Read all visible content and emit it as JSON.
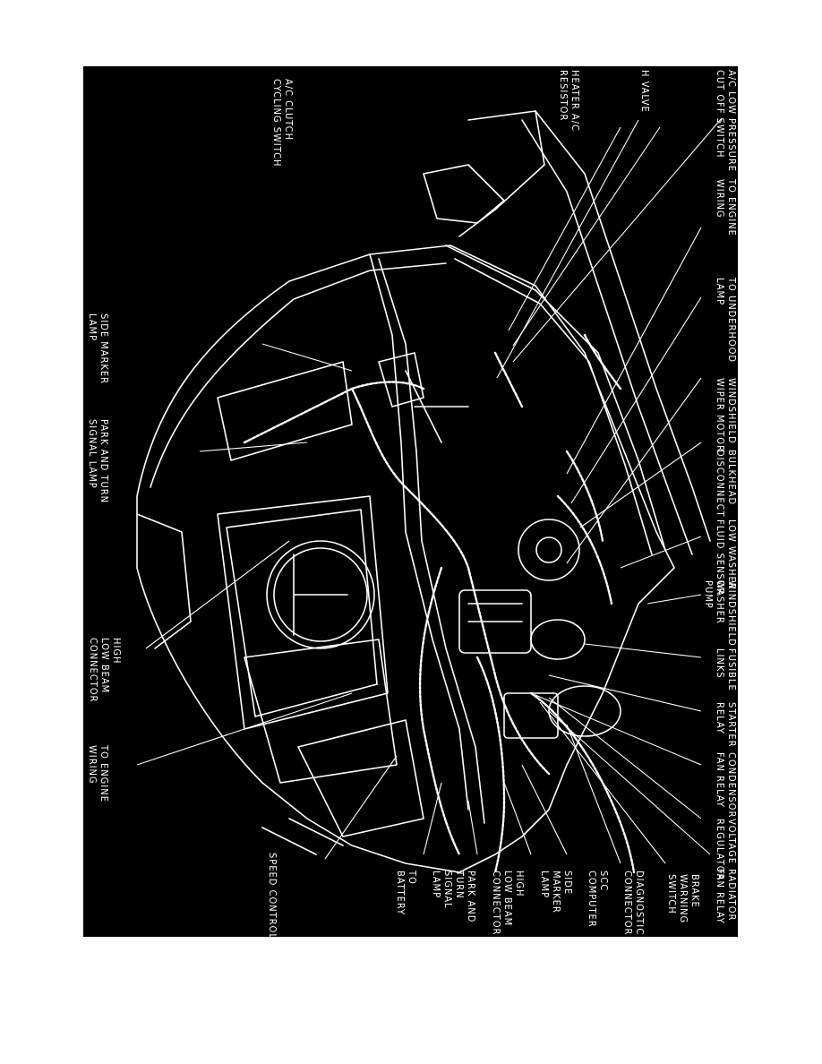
{
  "diagram": {
    "labels": {
      "ac_low_pressure": [
        "A/C LOW PRESSURE",
        "CUT OFF SWITCH"
      ],
      "heater_ac_resistor": [
        "HEATER A/C",
        "RESISTOR"
      ],
      "h_valve": [
        "H VALVE"
      ],
      "ac_clutch": [
        "A/C CLUTCH",
        "CYCLING SWITCH"
      ],
      "to_engine_wiring_top": [
        "TO ENGINE",
        "WIRING"
      ],
      "to_underhood_lamp": [
        "TO UNDERHOOD",
        "LAMP"
      ],
      "windshield_wiper_motor": [
        "WINDSHIELD",
        "WIPER MOTOR"
      ],
      "bulkhead_disconnect": [
        "BULKHEAD",
        "DISCONNECT"
      ],
      "low_washer_fluid_sensor": [
        "LOW WASHER",
        "FLUID SENSOR"
      ],
      "windshield_washer_pump": [
        "WINDSHIELD",
        "WASHER",
        "PUMP"
      ],
      "fusible_links": [
        "FUSIBLE",
        "LINKS"
      ],
      "starter_relay": [
        "STARTER",
        "RELAY"
      ],
      "condensor_fan_relay": [
        "CONDENSOR",
        "FAN RELAY"
      ],
      "voltage_regulator": [
        "VOLTAGE",
        "REGULATOR"
      ],
      "radiator_fan_relay": [
        "RADIATOR",
        "FAN RELAY"
      ],
      "brake_warning_switch": [
        "BRAKE",
        "WARNING",
        "SWITCH"
      ],
      "diagnostic_connector": [
        "DIAGNOSTIC",
        "CONNECTOR"
      ],
      "scc_computer": [
        "SCC",
        "COMPUTER"
      ],
      "side_marker_lamp_right": [
        "SIDE",
        "MARKER",
        "LAMP"
      ],
      "high_low_beam_right": [
        "HIGH",
        "LOW BEAM",
        "CONNECTOR"
      ],
      "park_turn_right": [
        "PARK AND",
        "TURN",
        "SIGNAL",
        "LAMP"
      ],
      "to_battery": [
        "TO",
        "BATTERY"
      ],
      "speed_control": [
        "SPEED CONTROL"
      ],
      "side_marker_lamp_left": [
        "SIDE MARKER",
        "LAMP"
      ],
      "park_turn_left": [
        "PARK AND TURN",
        "SIGNAL LAMP"
      ],
      "high_low_beam_left": [
        "HIGH",
        "LOW BEAM",
        "CONNECTOR"
      ],
      "to_engine_wiring_bottom": [
        "TO ENGINE",
        "WIRING"
      ]
    }
  }
}
